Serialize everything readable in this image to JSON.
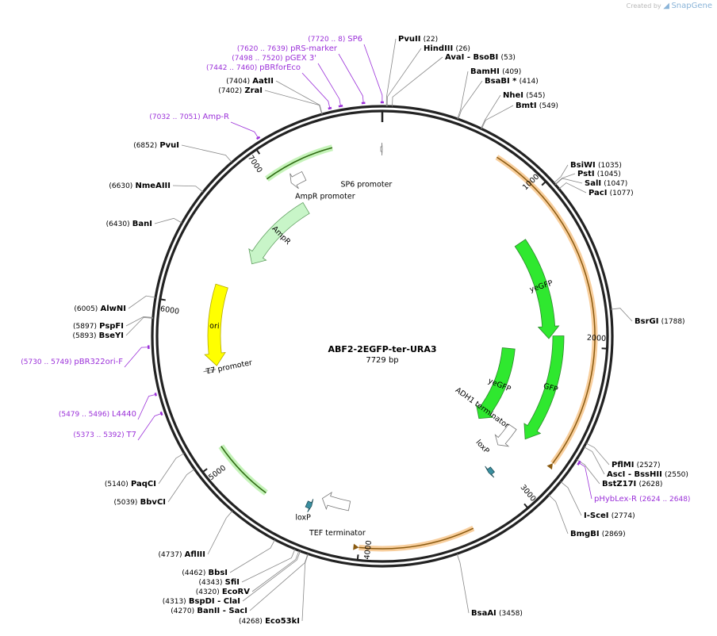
{
  "branding": {
    "created_by": "Created by",
    "app_name": "SnapGene"
  },
  "plasmid": {
    "name": "ABF2-2EGFP-ter-URA3",
    "length_label": "7729 bp",
    "length": 7729
  },
  "colors": {
    "backbone": "#222222",
    "enzyme_line": "#888888",
    "primer": "#9b30d9",
    "orange_feature": "#f2a64a",
    "green_feature": "#2fe82f",
    "yellow_feature": "#ffff00",
    "light_green_feature": "#c8f5c8",
    "teal_feature": "#3a8fa0"
  },
  "ticks": [
    {
      "pos": 1000,
      "label": "1000"
    },
    {
      "pos": 2000,
      "label": "2000"
    },
    {
      "pos": 3000,
      "label": "3000"
    },
    {
      "pos": 4000,
      "label": "4000"
    },
    {
      "pos": 5000,
      "label": "5000"
    },
    {
      "pos": 6000,
      "label": "6000"
    },
    {
      "pos": 7000,
      "label": "7000"
    }
  ],
  "enzymes": [
    {
      "name": "PvuII",
      "pos": "(22)",
      "bp": 22
    },
    {
      "name": "HindIII",
      "pos": "(26)",
      "bp": 26
    },
    {
      "name": "AvaI",
      "name2": "BsoBI",
      "pos": "(53)",
      "bp": 53
    },
    {
      "name": "BamHI",
      "pos": "(409)",
      "bp": 409
    },
    {
      "name": "BsaBI",
      "star": "*",
      "pos": "(414)",
      "bp": 414
    },
    {
      "name": "NheI",
      "pos": "(545)",
      "bp": 545
    },
    {
      "name": "BmtI",
      "pos": "(549)",
      "bp": 549
    },
    {
      "name": "BsiWI",
      "pos": "(1035)",
      "bp": 1035
    },
    {
      "name": "PstI",
      "pos": "(1045)",
      "bp": 1045
    },
    {
      "name": "SalI",
      "pos": "(1047)",
      "bp": 1047
    },
    {
      "name": "PacI",
      "pos": "(1077)",
      "bp": 1077
    },
    {
      "name": "BsrGI",
      "pos": "(1788)",
      "bp": 1788
    },
    {
      "name": "PflMI",
      "pos": "(2527)",
      "bp": 2527
    },
    {
      "name": "AscI",
      "name2": "BssHII",
      "pos": "(2550)",
      "bp": 2550
    },
    {
      "name": "BstZ17I",
      "pos": "(2628)",
      "bp": 2628
    },
    {
      "name": "I-SceI",
      "pos": "(2774)",
      "bp": 2774
    },
    {
      "name": "BmgBI",
      "pos": "(2869)",
      "bp": 2869
    },
    {
      "name": "BsaAI",
      "pos": "(3458)",
      "bp": 3458
    },
    {
      "name": "Eco53kI",
      "pos": "(4268)",
      "bp": 4268
    },
    {
      "name": "BanII",
      "name2": "SacI",
      "pos": "(4270)",
      "bp": 4270
    },
    {
      "name": "BspDI",
      "name2": "ClaI",
      "pos": "(4313)",
      "bp": 4313
    },
    {
      "name": "EcoRV",
      "pos": "(4320)",
      "bp": 4320
    },
    {
      "name": "SfiI",
      "pos": "(4343)",
      "bp": 4343
    },
    {
      "name": "BbsI",
      "pos": "(4462)",
      "bp": 4462
    },
    {
      "name": "AflIII",
      "pos": "(4737)",
      "bp": 4737
    },
    {
      "name": "BbvCI",
      "pos": "(5039)",
      "bp": 5039
    },
    {
      "name": "PaqCI",
      "pos": "(5140)",
      "bp": 5140
    },
    {
      "name": "BseYI",
      "pos": "(5893)",
      "bp": 5893
    },
    {
      "name": "PspFI",
      "pos": "(5897)",
      "bp": 5897
    },
    {
      "name": "AlwNI",
      "pos": "(6005)",
      "bp": 6005
    },
    {
      "name": "BanI",
      "pos": "(6430)",
      "bp": 6430
    },
    {
      "name": "NmeAIII",
      "pos": "(6630)",
      "bp": 6630
    },
    {
      "name": "PvuI",
      "pos": "(6852)",
      "bp": 6852
    },
    {
      "name": "ZraI",
      "pos": "(7402)",
      "bp": 7402
    },
    {
      "name": "AatII",
      "pos": "(7404)",
      "bp": 7404
    }
  ],
  "primers": [
    {
      "name": "SP6",
      "range": "(7720 .. 8)",
      "start": 7720,
      "end": 8
    },
    {
      "name": "pRS-marker",
      "range": "(7620 .. 7639)",
      "start": 7620,
      "end": 7639
    },
    {
      "name": "pGEX 3'",
      "range": "(7498 .. 7520)",
      "start": 7498,
      "end": 7520
    },
    {
      "name": "pBRforEco",
      "range": "(7442 .. 7460)",
      "start": 7442,
      "end": 7460
    },
    {
      "name": "Amp-R",
      "range": "(7032 .. 7051)",
      "start": 7032,
      "end": 7051
    },
    {
      "name": "pBR322ori-F",
      "range": "(5730 .. 5749)",
      "start": 5730,
      "end": 5749
    },
    {
      "name": "L4440",
      "range": "(5479 .. 5496)",
      "start": 5479,
      "end": 5496
    },
    {
      "name": "T7",
      "range": "(5373 .. 5392)",
      "start": 5373,
      "end": 5392
    },
    {
      "name": "pHybLex-R",
      "range": "(2624 .. 2648)",
      "start": 2624,
      "end": 2648
    }
  ],
  "features": [
    {
      "label": "yeGFP",
      "start": 1200,
      "end": 1950,
      "dir": "cw"
    },
    {
      "label": "yeGFP",
      "start": 2050,
      "end": 2800,
      "dir": "cw"
    },
    {
      "label": "GFP",
      "start": 1930,
      "end": 2700,
      "dir": "cw"
    },
    {
      "label": "ADH1 terminator",
      "start": 2680,
      "end": 2860,
      "dir": "cw"
    },
    {
      "label": "loxP",
      "start": 3015,
      "end": 3050,
      "dir": "cw"
    },
    {
      "label": "loxP",
      "start": 4350,
      "end": 4385,
      "dir": "ccw"
    },
    {
      "label": "TEF terminator",
      "start": 4100,
      "end": 4300,
      "dir": "cw"
    },
    {
      "label": "T7 promoter",
      "start": 5540,
      "end": 5560,
      "dir": "cw"
    },
    {
      "label": "ori",
      "start": 5580,
      "end": 6170,
      "dir": "ccw"
    },
    {
      "label": "AmpR",
      "start": 6420,
      "end": 7070,
      "dir": "ccw"
    },
    {
      "label": "AmpR promoter",
      "start": 7070,
      "end": 7170,
      "dir": "ccw"
    },
    {
      "label": "SP6 promoter",
      "start": 7719,
      "end": 7729,
      "dir": "cw"
    }
  ],
  "orange_arcs": [
    {
      "start": 700,
      "end": 2720
    },
    {
      "start": 3320,
      "end": 4000
    }
  ],
  "green_outline_arcs": [
    {
      "start": 6950,
      "end": 7410
    },
    {
      "start": 4650,
      "end": 5060
    }
  ]
}
